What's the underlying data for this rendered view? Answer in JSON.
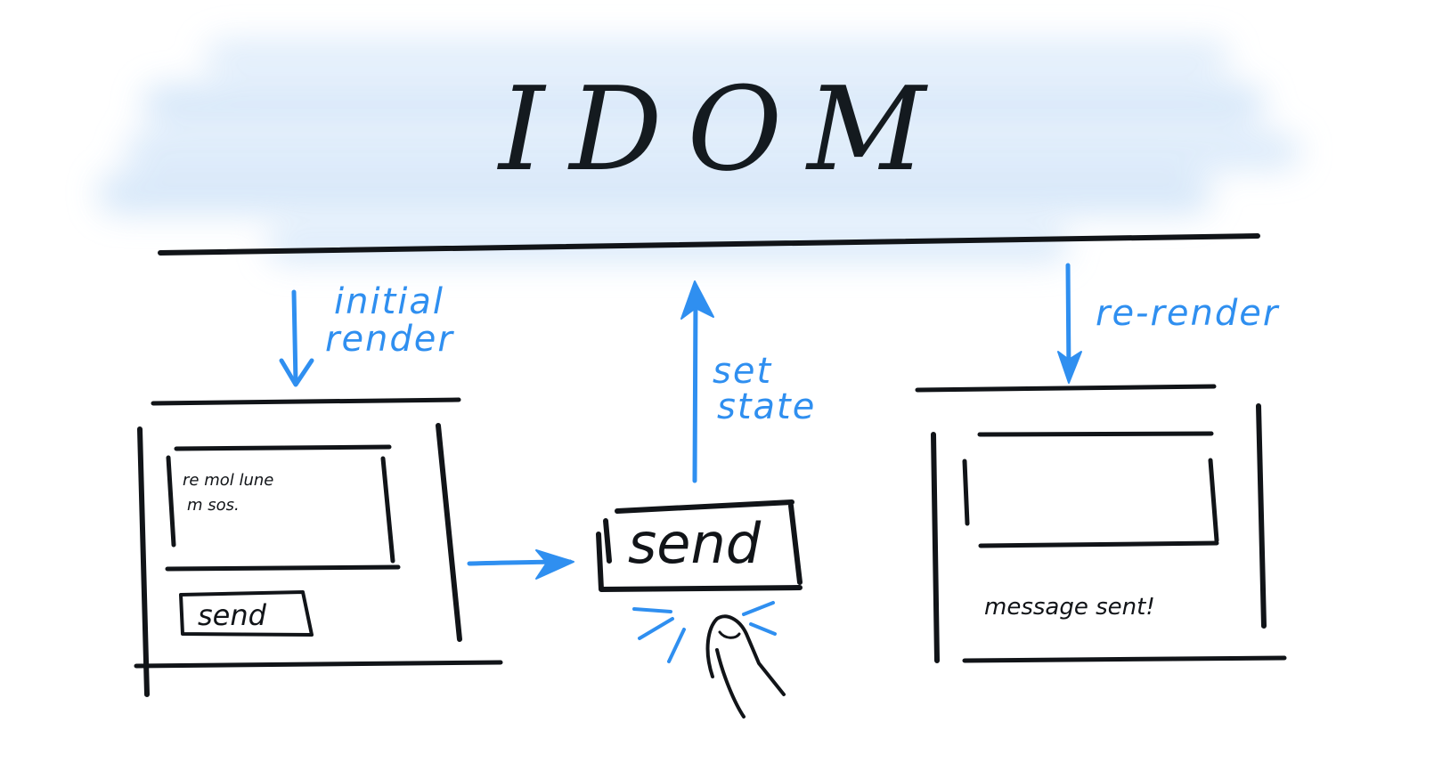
{
  "title": "IDOM",
  "labels": {
    "initial_line1": "initial",
    "initial_line2": "render",
    "set_line1": "set",
    "set_line2": "state",
    "rerender": "re-render"
  },
  "left_panel": {
    "input_text_line1": "re mol lune",
    "input_text_line2": "m sos.",
    "button_label": "send"
  },
  "middle_button": {
    "label": "send"
  },
  "right_panel": {
    "status_text": "message sent!"
  },
  "colors": {
    "ink": "#111418",
    "accent": "#2f8ff0",
    "highlight": "#cfe3f8"
  }
}
